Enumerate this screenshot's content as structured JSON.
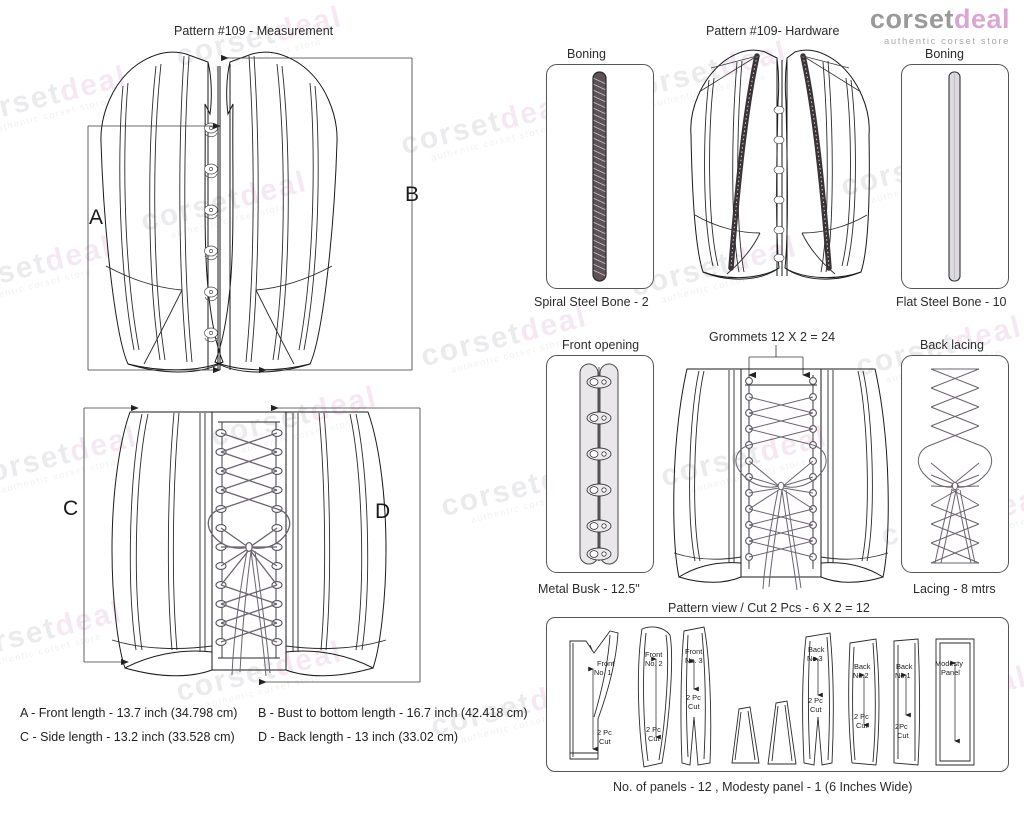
{
  "logo": {
    "brand_primary": "corset",
    "brand_secondary": "deal",
    "tagline": "authentic corset store",
    "color_primary": "#9a9a9a",
    "color_secondary": "#d9a7d1"
  },
  "watermark": {
    "text_primary": "corset",
    "text_secondary": "deal",
    "subtitle": "authentic corset store"
  },
  "sections": {
    "measurement_title": "Pattern #109 -  Measurement",
    "hardware_title": "Pattern #109-  Hardware"
  },
  "measurement": {
    "dim_a": "A",
    "dim_b": "B",
    "dim_c": "C",
    "dim_d": "D",
    "legend": [
      "A - Front length - 13.7 inch (34.798 cm)",
      "B - Bust to bottom length - 16.7 inch (42.418 cm)",
      "C - Side length - 13.2 inch (33.528 cm)",
      "D - Back length - 13 inch (33.02 cm)"
    ]
  },
  "hardware": {
    "spiral_box_title": "Boning",
    "spiral_caption": "Spiral Steel Bone - 2",
    "flat_box_title": "Boning",
    "flat_caption": "Flat Steel Bone - 10",
    "busk_box_title": "Front opening",
    "busk_caption": "Metal Busk - 12.5\"",
    "grommets_title": "Grommets 12 X 2 = 24",
    "lacing_box_title": "Back lacing",
    "lacing_caption": "Lacing - 8 mtrs"
  },
  "pattern_view": {
    "title": "Pattern view  /  Cut 2 Pcs - 6 X 2 = 12",
    "footer": "No. of panels - 12  , Modesty panel - 1 (6 Inches Wide)",
    "pieces": [
      {
        "name": "Front\nNo. 1",
        "cut": "2 Pc\nCut"
      },
      {
        "name": "Front\nNo. 2",
        "cut": "2 Pc\nCut"
      },
      {
        "name": "Front\nNo. 3",
        "cut": "2 Pc\nCut"
      },
      {
        "name": "",
        "cut": ""
      },
      {
        "name": "Back\nNo.3",
        "cut": "2 Pc\nCut"
      },
      {
        "name": "Back\nNo.2",
        "cut": "2 Pc\nCut"
      },
      {
        "name": "Back\nNo.1",
        "cut": "2Pc\nCut"
      },
      {
        "name": "Modesty\nPanel",
        "cut": ""
      }
    ],
    "labels": {
      "front1_name": "Front",
      "front1_no": "No. 1",
      "front2_name": "Front",
      "front2_no": "No. 2",
      "front3_name": "Front",
      "front3_no": "No. 3",
      "back3_name": "Back",
      "back3_no": "No.3",
      "back2_name": "Back",
      "back2_no": "No.2",
      "back1_name": "Back",
      "back1_no": "No.1",
      "modesty_name": "Modesty",
      "modesty_no": "Panel",
      "cut_2pc_line1": "2 Pc",
      "cut_2pc_line2": "Cut",
      "cut_2pc_compact_line1": "2Pc",
      "cut_2pc_compact_line2": "Cut"
    }
  }
}
